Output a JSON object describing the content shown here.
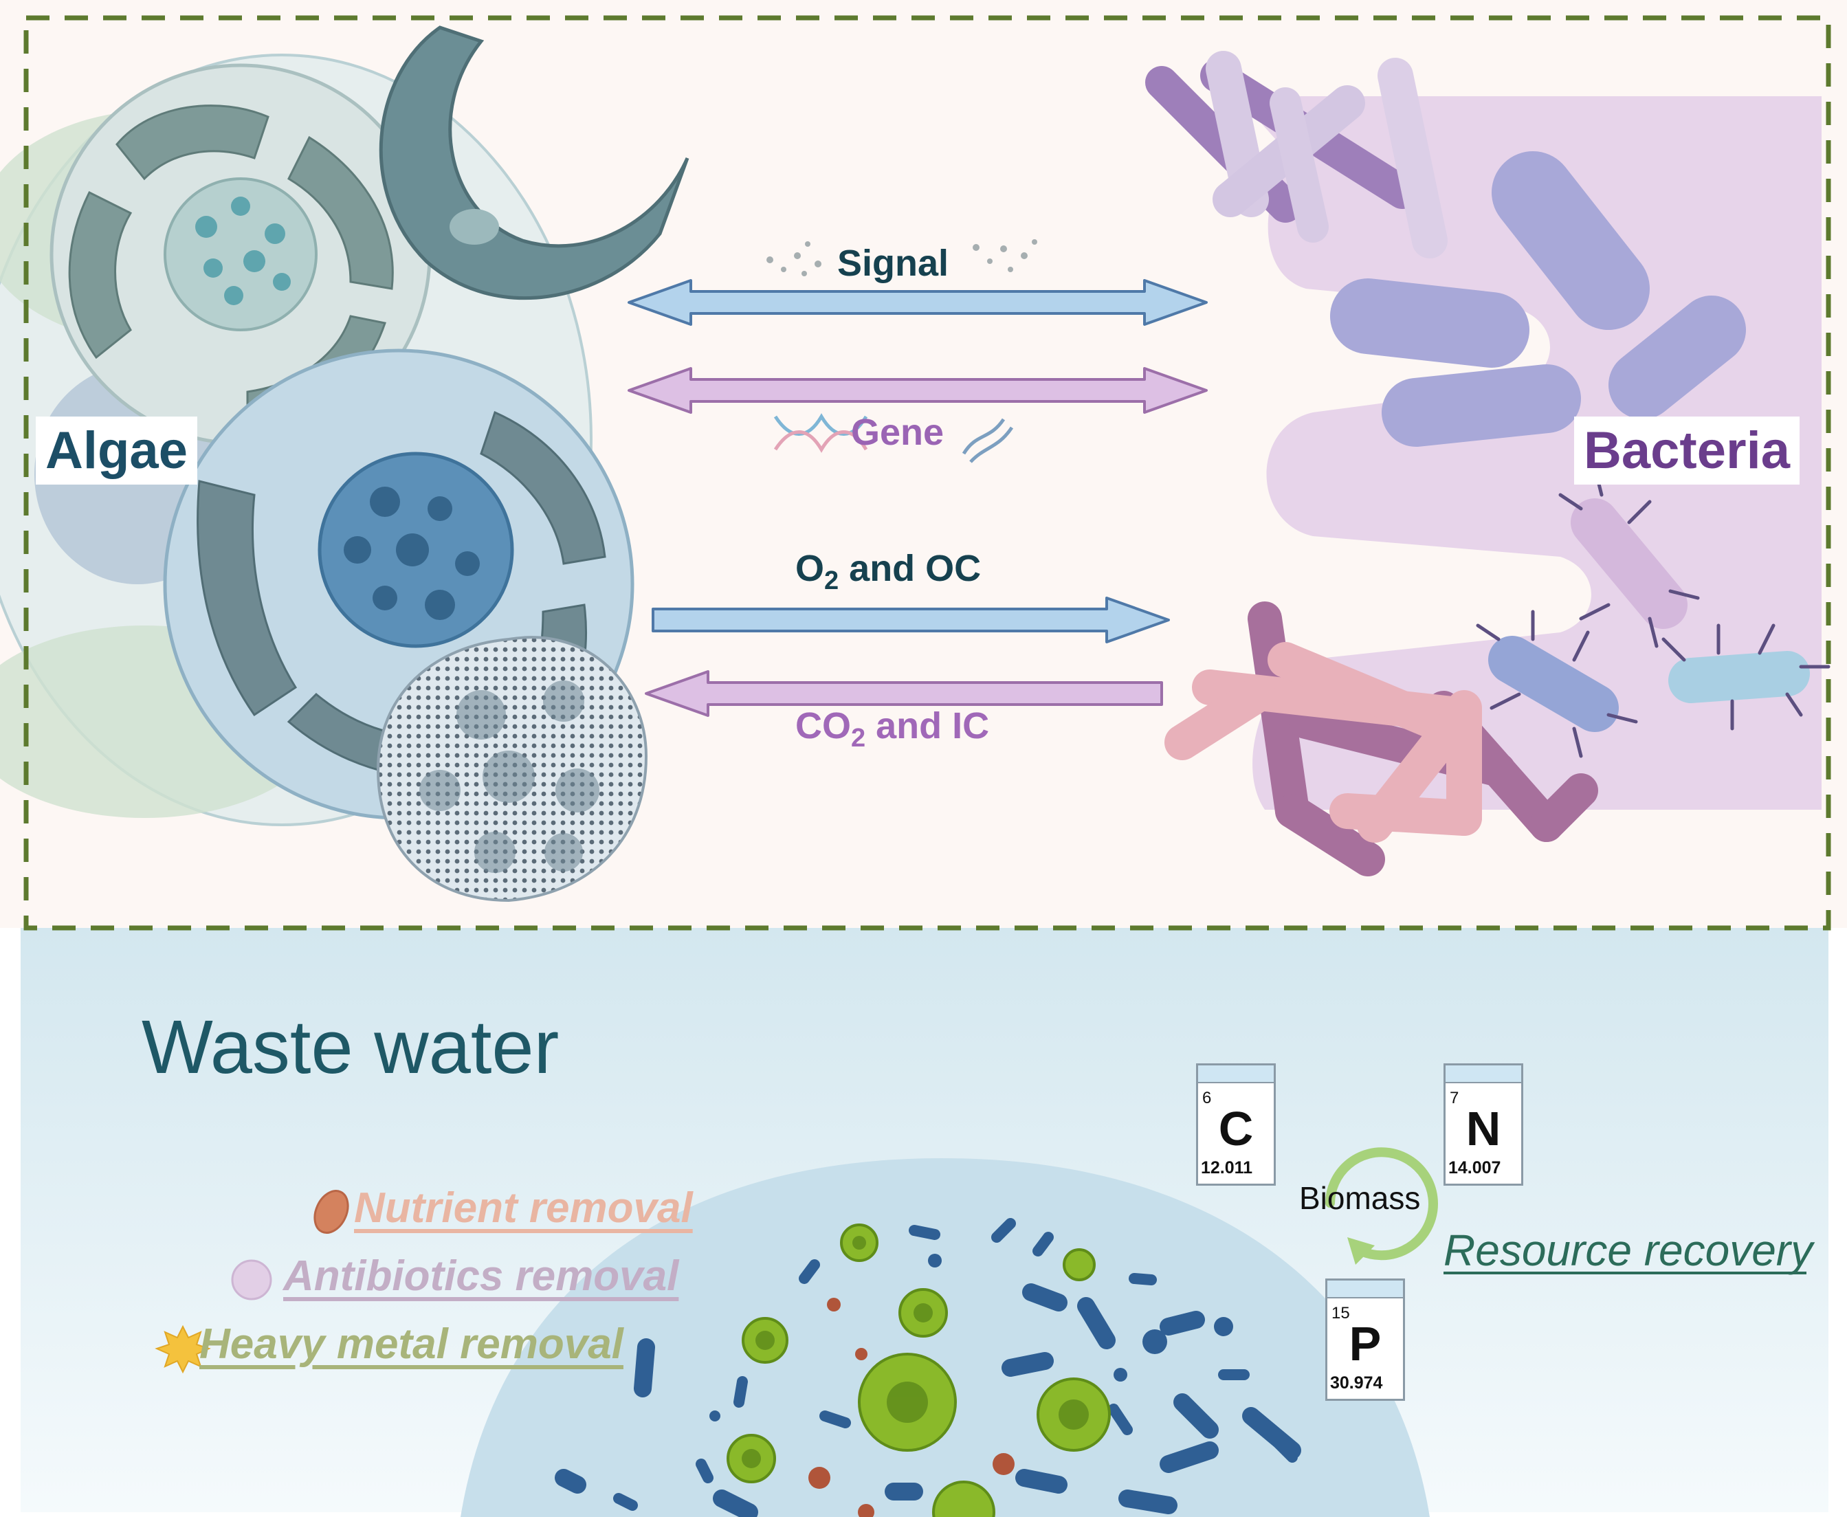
{
  "organisms": {
    "algae_label": "Algae",
    "bacteria_label": "Bacteria"
  },
  "interactions": {
    "signal": "Signal",
    "gene": "Gene",
    "o2_prefix": "O",
    "o2_subscript": "2",
    "o2_suffix": " and OC",
    "co2_prefix": "CO",
    "co2_subscript": "2",
    "co2_suffix": " and IC"
  },
  "wastewater": {
    "title": "Waste water",
    "removals": [
      {
        "label": "Nutrient removal"
      },
      {
        "label": "Antibiotics removal"
      },
      {
        "label": "Heavy metal removal"
      }
    ],
    "biomass_label": "Biomass",
    "resource_label": "Resource recovery",
    "elements": [
      {
        "number": "6",
        "symbol": "C",
        "mass": "12.011"
      },
      {
        "number": "7",
        "symbol": "N",
        "mass": "14.007"
      },
      {
        "number": "15",
        "symbol": "P",
        "mass": "30.974"
      }
    ]
  },
  "colors": {
    "frame_dash": "#5d7a2e",
    "top_background": "#fdf7f4",
    "water_top": "#d3e7ef",
    "water_bottom": "#f5fafc",
    "algae_text": "#1c4e66",
    "bacteria_text": "#6a3d8c",
    "blue_arrow": "#b3d3ec",
    "pink_arrow": "#ddc0e4",
    "title_text": "#1e5866",
    "nutrient": "#e9b5a2",
    "antibiotics": "#c3aec6",
    "heavy_metal": "#a8b47a",
    "resource": "#2c6c5a",
    "biomass_arrow": "#a7d27b"
  }
}
